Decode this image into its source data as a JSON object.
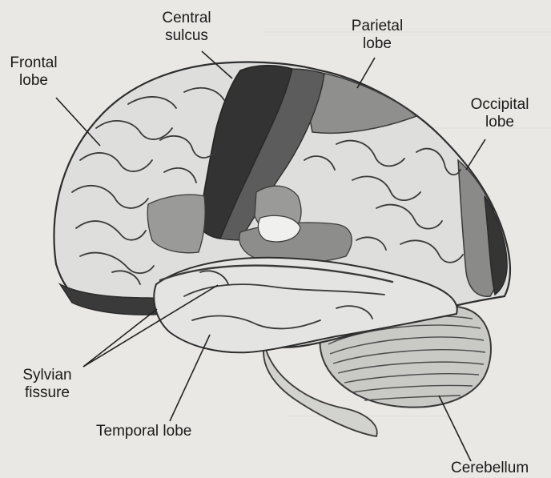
{
  "diagram": {
    "labels": {
      "frontal": [
        "Frontal",
        "lobe"
      ],
      "central": [
        "Central",
        "sulcus"
      ],
      "parietal": [
        "Parietal",
        "lobe"
      ],
      "occipital": [
        "Occipital",
        "lobe"
      ],
      "sylvian": [
        "Sylvian",
        "fissure"
      ],
      "temporal": "Temporal lobe",
      "cerebellum": "Cerebellum"
    },
    "colors": {
      "background": "#e9e8e4",
      "cortex": "#dcdcda",
      "sulcus_lines": "#3a3a3a",
      "dark_band": "#333333",
      "mid_band": "#5c5c5c",
      "light_region": "#8e8e8c",
      "leader_lines": "#222222"
    }
  }
}
